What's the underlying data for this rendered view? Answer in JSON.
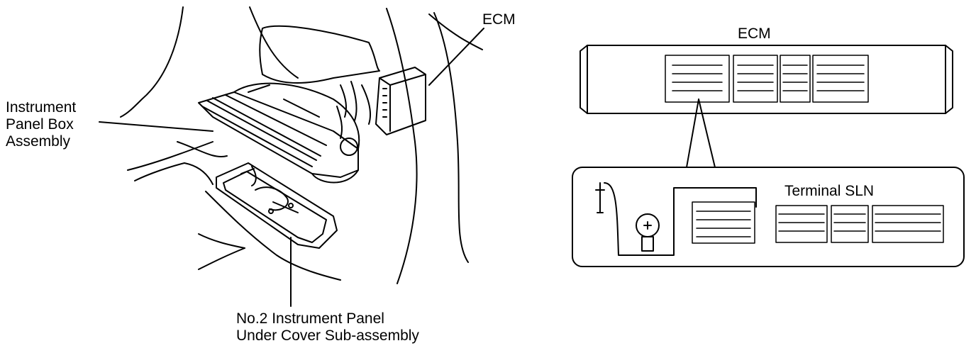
{
  "labels": {
    "ecm_left": "ECM",
    "ecm_right": "ECM",
    "instrument_panel_box": [
      "Instrument",
      "Panel Box",
      "Assembly"
    ],
    "no2_under_cover": [
      "No.2 Instrument Panel",
      "Under Cover Sub-assembly"
    ],
    "terminal": "Terminal SLN"
  }
}
